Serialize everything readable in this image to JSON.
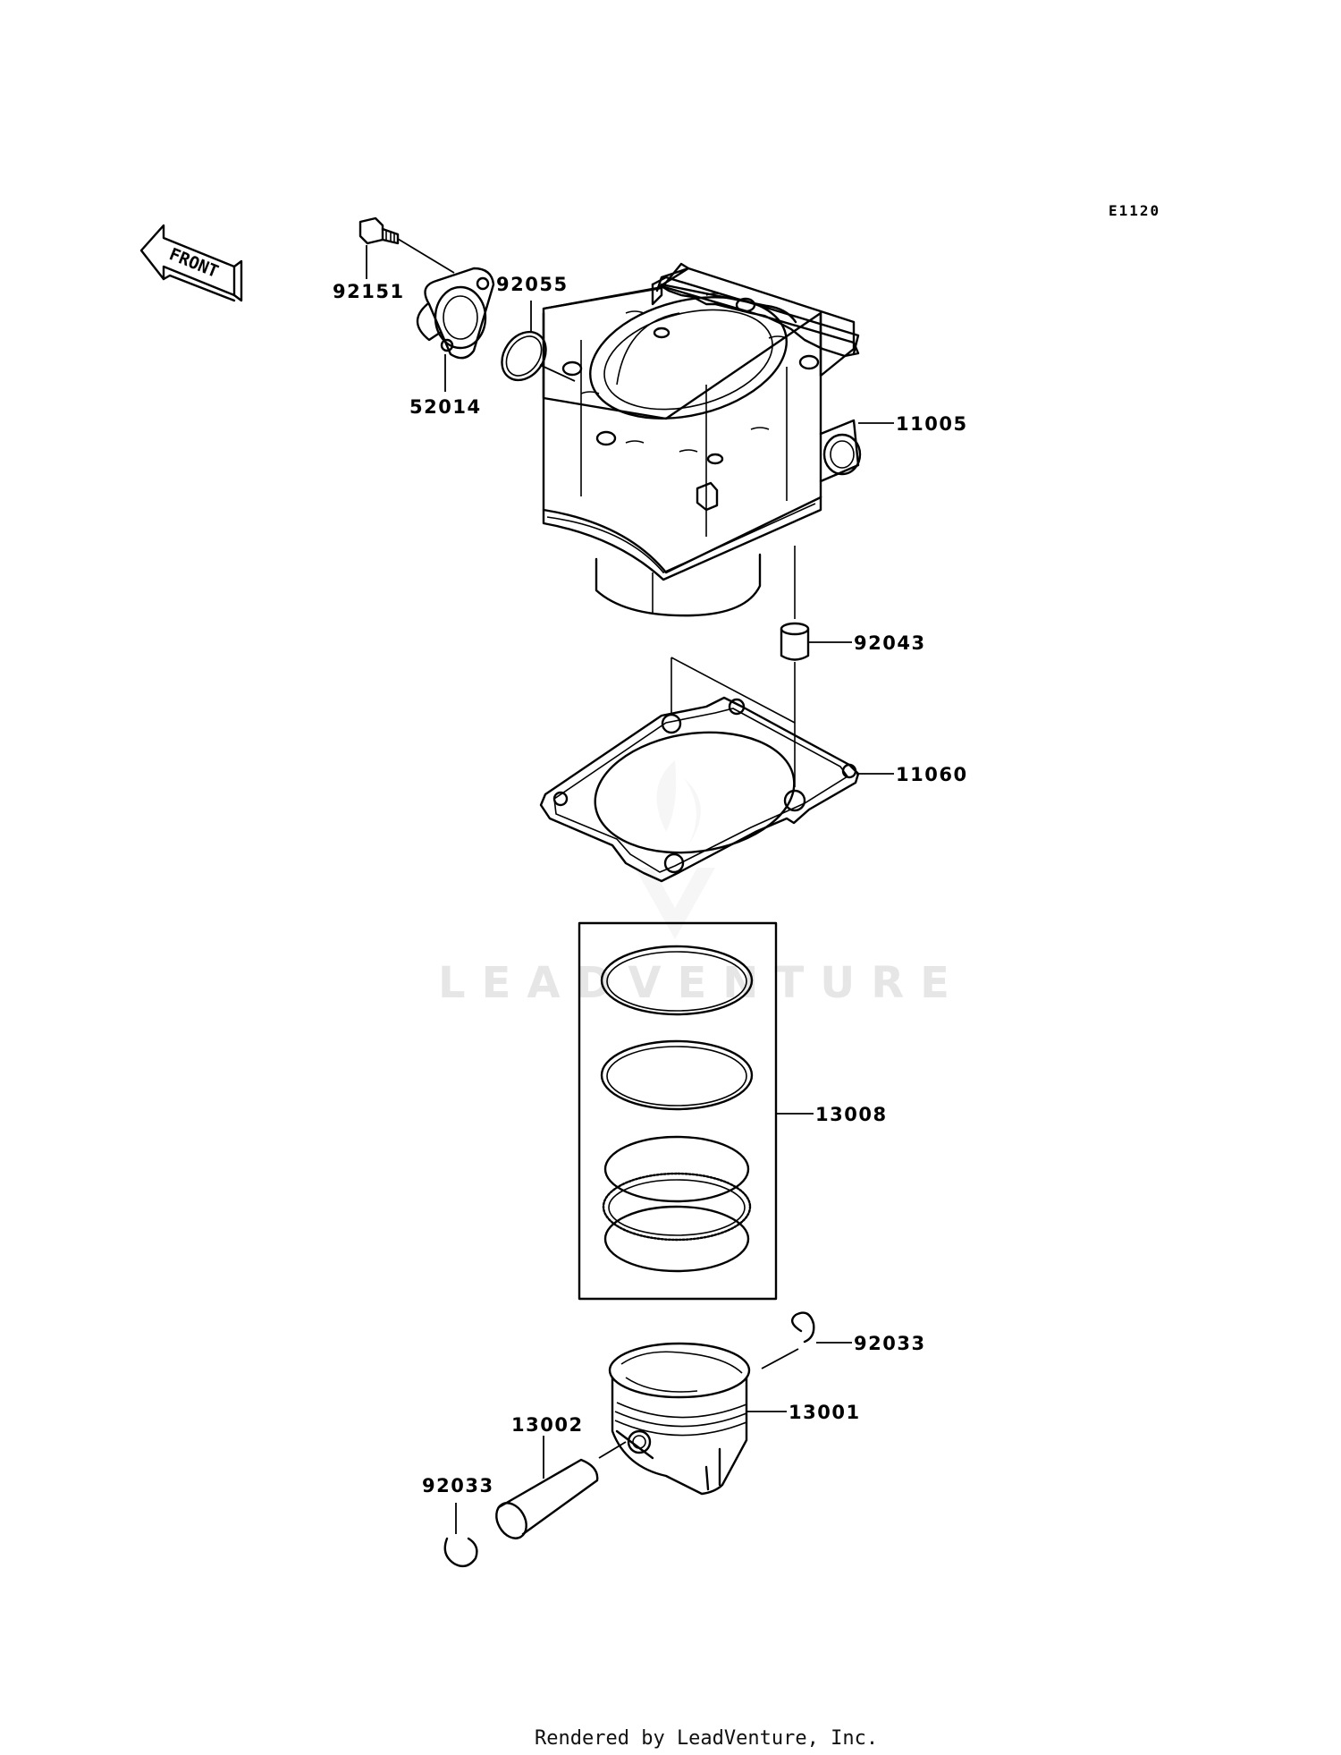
{
  "diagram_code": "E1120",
  "front_label": "FRONT",
  "watermark": "LEADVENTURE",
  "footer": "Rendered by LeadVenture, Inc.",
  "parts": [
    {
      "id": "bolt",
      "label": "92151"
    },
    {
      "id": "fitting",
      "label": "52014"
    },
    {
      "id": "o-ring",
      "label": "92055"
    },
    {
      "id": "cylinder",
      "label": "11005"
    },
    {
      "id": "dowel-pin",
      "label": "92043"
    },
    {
      "id": "gasket",
      "label": "11060"
    },
    {
      "id": "piston-ring-set",
      "label": "13008"
    },
    {
      "id": "circlip-right",
      "label": "92033"
    },
    {
      "id": "piston",
      "label": "13001"
    },
    {
      "id": "piston-pin",
      "label": "13002"
    },
    {
      "id": "circlip-left",
      "label": "92033"
    }
  ]
}
